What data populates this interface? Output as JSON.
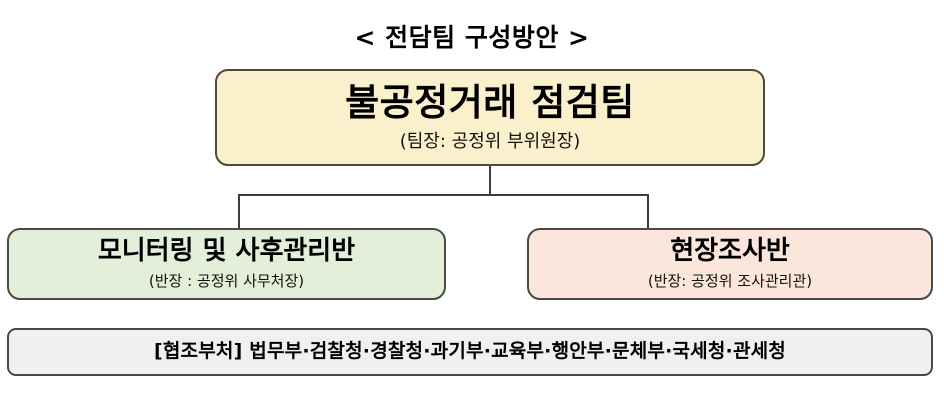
{
  "chart_data": {
    "type": "diagram",
    "diagram_kind": "organization-chart",
    "title": "< 전담팀 구성방안 >",
    "nodes": [
      {
        "id": "root",
        "level": 0,
        "title": "불공정거래 점검팀",
        "subtitle": "(팀장: 공정위 부위원장)",
        "fill": "#FBF0CC",
        "border": "#4F4A33"
      },
      {
        "id": "monitoring",
        "level": 1,
        "title": "모니터링 및 사후관리반",
        "subtitle": "(반장 : 공정위 사무처장)",
        "fill": "#E3EFD9",
        "border": "#4A4A42"
      },
      {
        "id": "field",
        "level": 1,
        "title": "현장조사반",
        "subtitle": "(반장: 공정위 조사관리관)",
        "fill": "#FAE6DA",
        "border": "#4A4A42"
      },
      {
        "id": "support",
        "level": 2,
        "title": "[협조부처] 법무부·검찰청·경찰청·과기부·교육부·행안부·문체부·국세청·관세청",
        "subtitle": "",
        "fill": "#F0F0F0",
        "border": "#4A4A42"
      }
    ],
    "edges": [
      {
        "from": "root",
        "to": "monitoring"
      },
      {
        "from": "root",
        "to": "field"
      }
    ],
    "support_agencies": [
      "법무부",
      "검찰청",
      "경찰청",
      "과기부",
      "교육부",
      "행안부",
      "문체부",
      "국세청",
      "관세청"
    ],
    "support_label": "[협조부처]",
    "connector_color": "#3C3C3C",
    "background": "#FFFFFF"
  },
  "title": "< 전담팀 구성방안 >",
  "root": {
    "title": "불공정거래 점검팀",
    "subtitle": "(팀장: 공정위 부위원장)"
  },
  "monitoring": {
    "title": "모니터링 및 사후관리반",
    "subtitle": "(반장 : 공정위 사무처장)"
  },
  "field": {
    "title": "현장조사반",
    "subtitle": "(반장: 공정위 조사관리관)"
  },
  "support": {
    "text": "[협조부처] 법무부·검찰청·경찰청·과기부·교육부·행안부·문체부·국세청·관세청"
  }
}
